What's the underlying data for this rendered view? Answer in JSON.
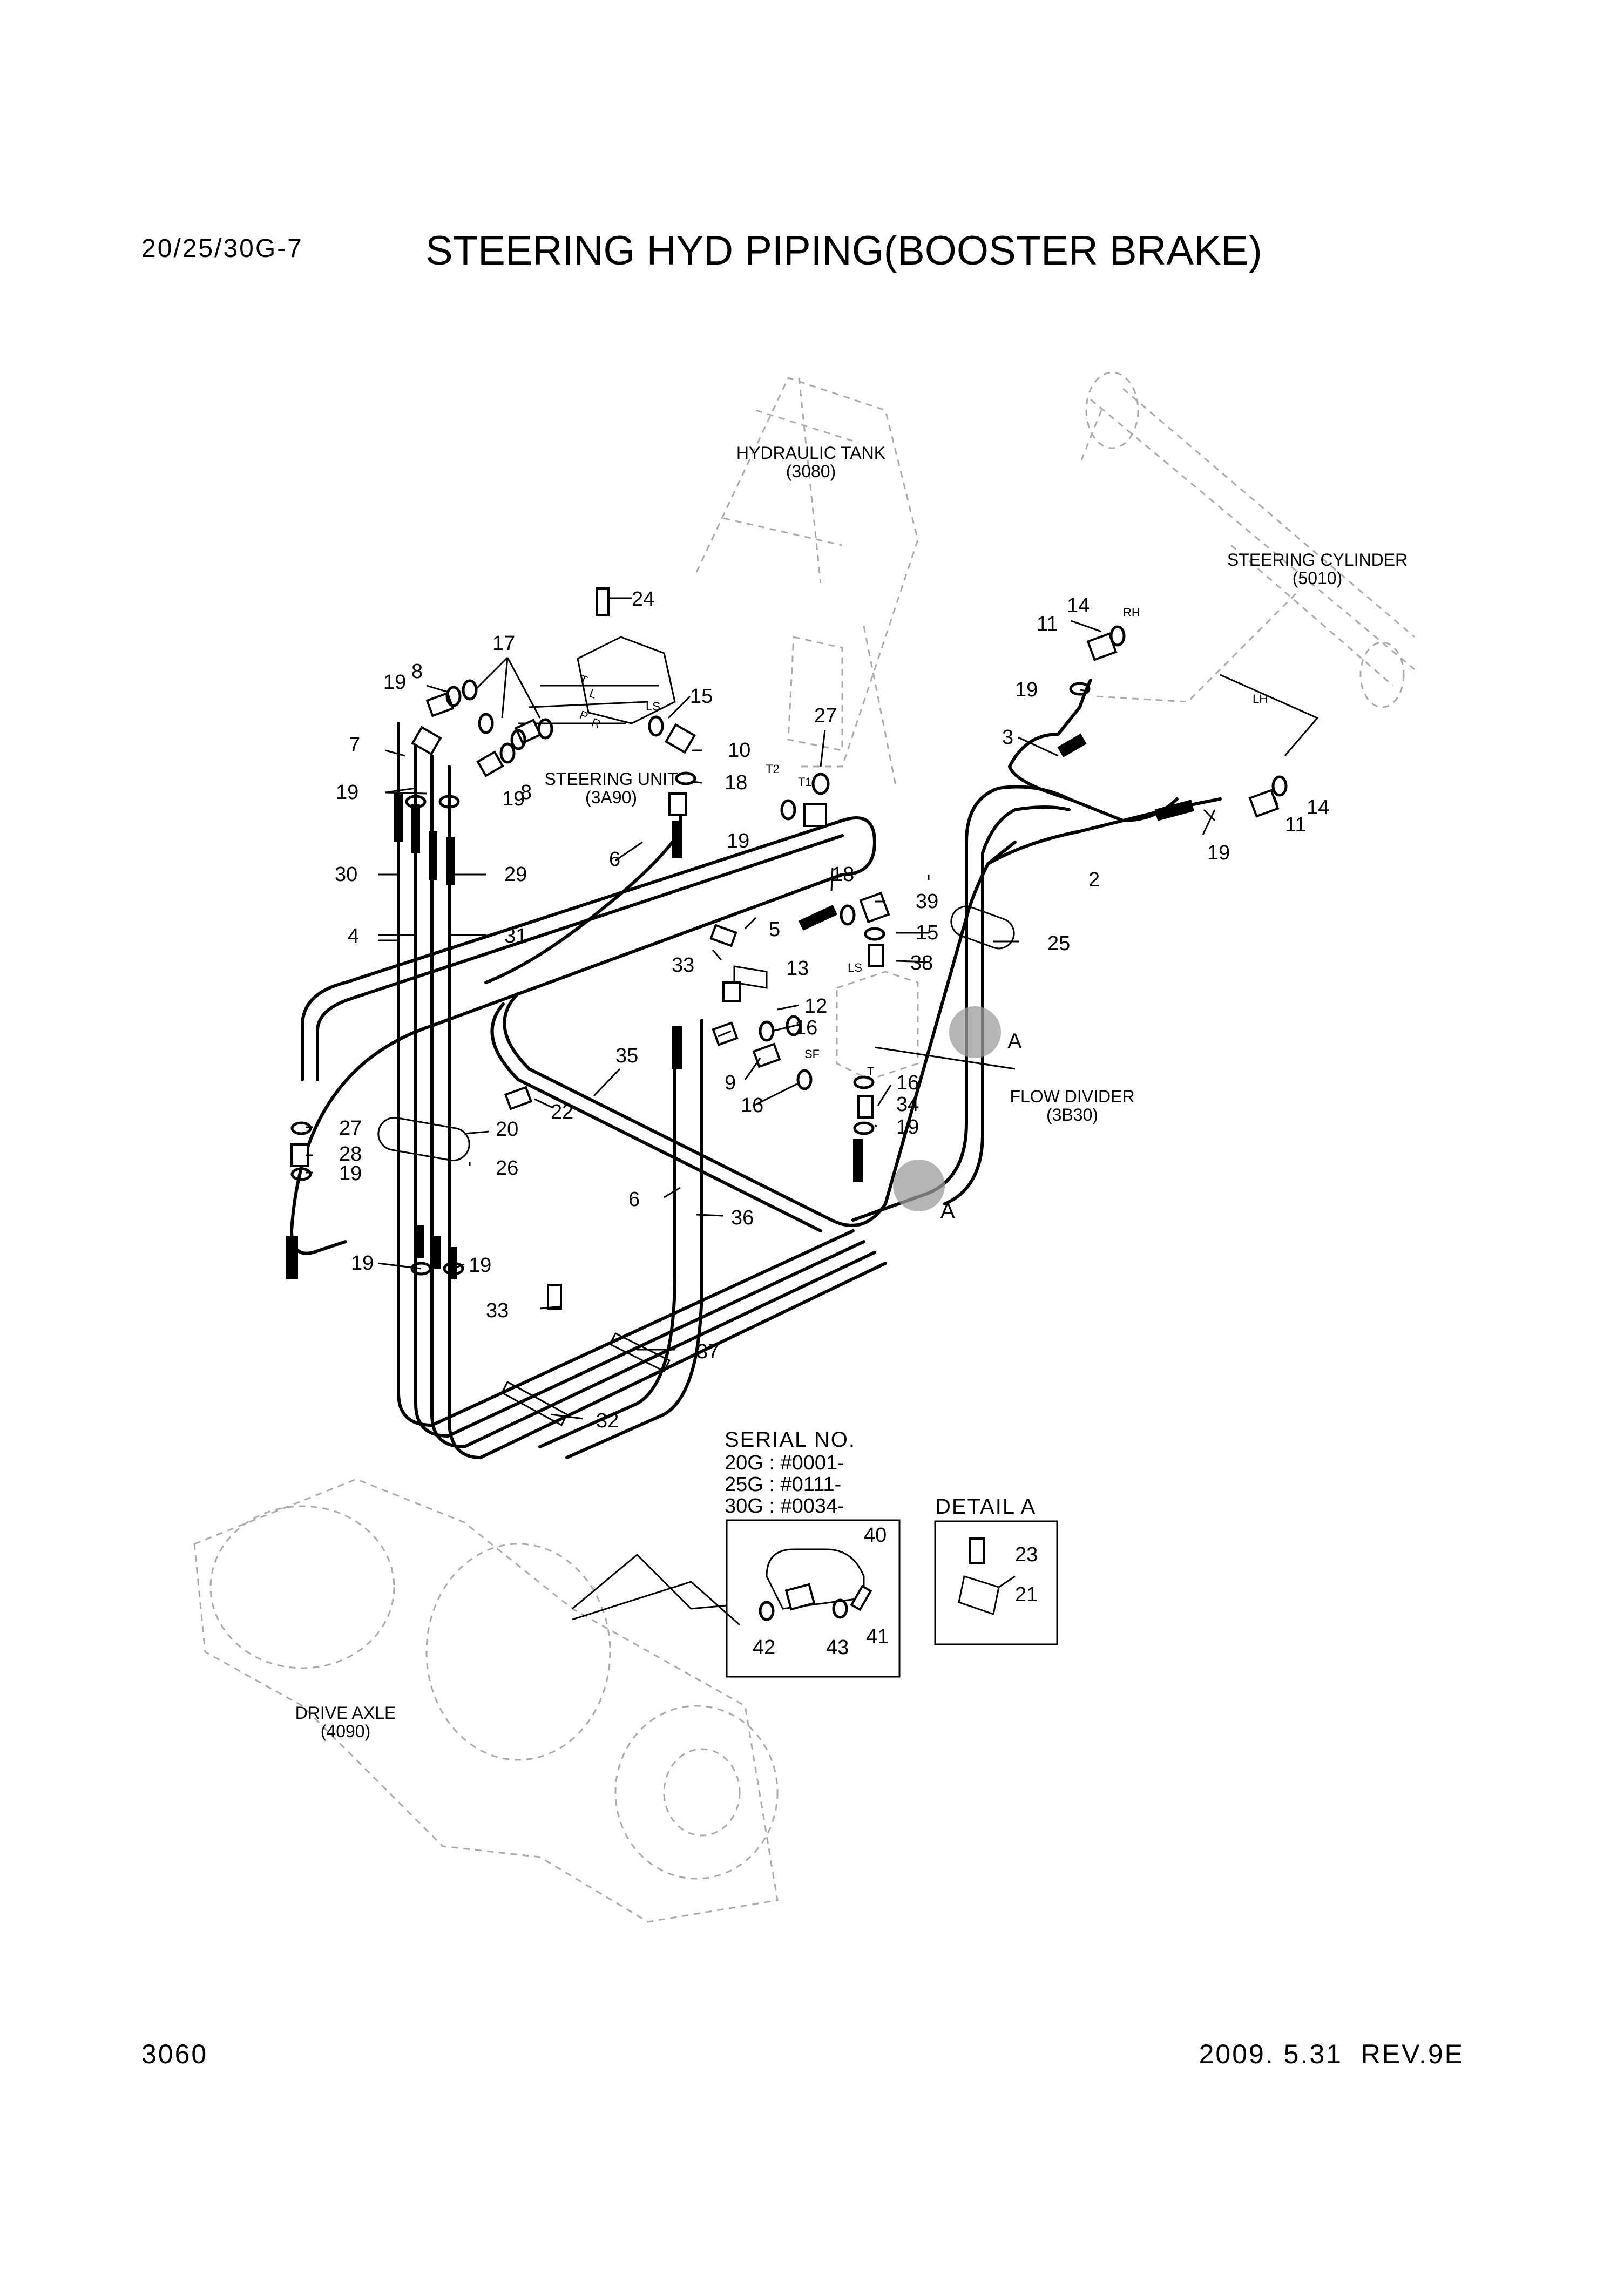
{
  "header": {
    "model": "20/25/30G-7",
    "title": "STEERING HYD PIPING(BOOSTER BRAKE)"
  },
  "footer": {
    "page_number": "3060",
    "date_rev": "2009. 5.31  REV.9E"
  },
  "components": {
    "hydraulic_tank": {
      "name": "HYDRAULIC TANK",
      "ref": "(3080)"
    },
    "steering_cylinder": {
      "name": "STEERING CYLINDER",
      "ref": "(5010)"
    },
    "steering_unit": {
      "name": "STEERING UNIT",
      "ref": "(3A90)"
    },
    "flow_divider": {
      "name": "FLOW DIVIDER",
      "ref": "(3B30)"
    },
    "drive_axle": {
      "name": "DRIVE AXLE",
      "ref": "(4090)"
    }
  },
  "port_labels": [
    "T",
    "L",
    "P",
    "R",
    "LS",
    "T2",
    "T1",
    "RH",
    "LH",
    "LS",
    "SF",
    "T"
  ],
  "detail_a_marker": "A",
  "serial_box": {
    "heading": "SERIAL NO.",
    "lines": [
      "20G : #0001-",
      "25G : #0111-",
      "30G : #0034-"
    ],
    "callouts": [
      "40",
      "42",
      "43",
      "41"
    ]
  },
  "detail_a": {
    "heading": "DETAIL A",
    "callouts": [
      "23",
      "21"
    ]
  },
  "callouts": [
    "24",
    "17",
    "19",
    "8",
    "7",
    "19",
    "8",
    "15",
    "10",
    "27",
    "19",
    "3",
    "11",
    "14",
    "19",
    "18",
    "19",
    "30",
    "29",
    "4",
    "31",
    "6",
    "5",
    "18",
    "39",
    "15",
    "38",
    "33",
    "13",
    "25",
    "2",
    "19",
    "11",
    "14",
    "12",
    "16",
    "9",
    "16",
    "16",
    "34",
    "19",
    "35",
    "22",
    "20",
    "27",
    "28",
    "19",
    "26",
    "6",
    "36",
    "19",
    "19",
    "33",
    "37",
    "32"
  ]
}
